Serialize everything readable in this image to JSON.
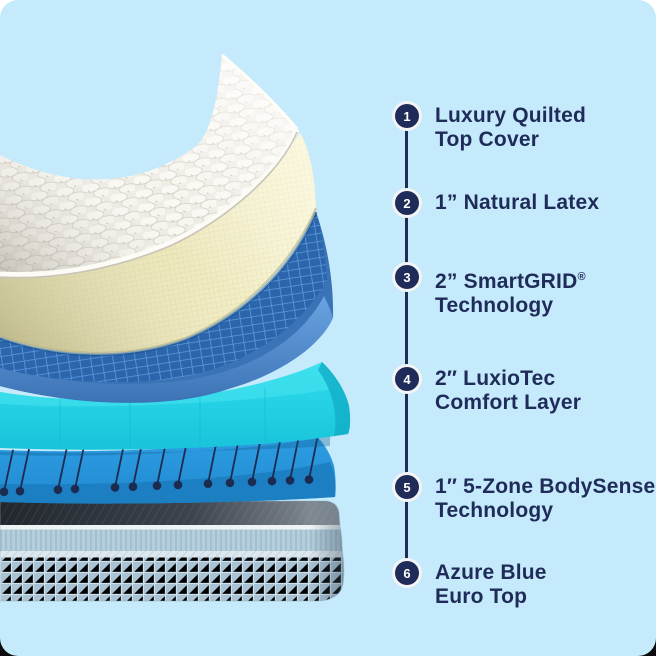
{
  "canvas": {
    "background": "#c4eafb",
    "accent_navy": "#1f2b58",
    "corner_backdrop_top": "#ffffff",
    "corner_backdrop_bottom": "#0b0b0b"
  },
  "legend": {
    "connector_color": "#1f2b58",
    "items": [
      {
        "num": "1",
        "line1": "Luxury Quilted",
        "line2": "Top Cover"
      },
      {
        "num": "2",
        "line1": "1” Natural Latex",
        "line2": ""
      },
      {
        "num": "3",
        "line1": "2” SmartGRID",
        "reg": "®",
        "line2": "Technology"
      },
      {
        "num": "4",
        "line1": "2″ LuxioTec",
        "line2": "Comfort Layer"
      },
      {
        "num": "5",
        "line1": "1″ 5-Zone BodySense",
        "line2": "Technology"
      },
      {
        "num": "6",
        "line1": "Azure Blue",
        "line2": "Euro Top"
      }
    ]
  },
  "diagram": {
    "type": "mattress-layer-cutaway",
    "layers": [
      {
        "name": "luxury-quilted-top-cover",
        "color": "#f4f1ea"
      },
      {
        "name": "natural-latex",
        "color": "#ebe6b8"
      },
      {
        "name": "smartgrid-technology",
        "color": "#3b79bf"
      },
      {
        "name": "luxiotec-comfort-layer",
        "color": "#21cfe4"
      },
      {
        "name": "five-zone-bodysense",
        "color": "#2797e0"
      },
      {
        "name": "azure-blue-euro-top",
        "color": "#aec7d6"
      }
    ]
  }
}
